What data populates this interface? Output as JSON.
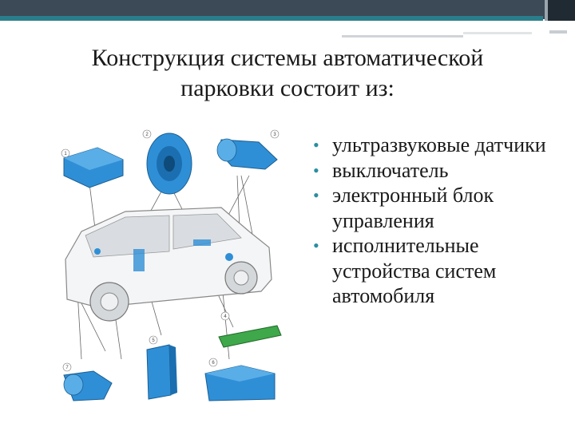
{
  "slide": {
    "title_line1": "Конструкция системы автоматической",
    "title_line2": "парковки состоит из:",
    "bullets": [
      "ультразвуковые датчики",
      "выключатель",
      "электронный блок управления",
      "исполнительные устройства систем автомобиля"
    ],
    "callouts": [
      "1",
      "2",
      "3",
      "4",
      "5",
      "6",
      "7"
    ]
  },
  "colors": {
    "header": "#3b4a56",
    "accent": "#2a7e8c",
    "component_blue": "#2f8fd6",
    "module_green": "#3ea84a"
  }
}
